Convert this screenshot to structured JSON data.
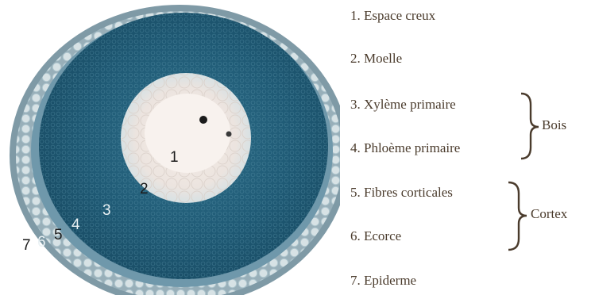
{
  "micrograph": {
    "numbers": [
      "1",
      "2",
      "3",
      "4",
      "5",
      "6",
      "7"
    ]
  },
  "legend": {
    "items": [
      "1. Espace creux",
      "2. Moelle",
      "3. Xylème primaire",
      "4. Phloème primaire",
      "5. Fibres corticales",
      "6. Ecorce",
      "7. Epiderme"
    ],
    "groups": [
      "Bois",
      "Cortex"
    ]
  },
  "colors": {
    "stain_blue": "#22586f",
    "pith_white": "#f6f1ec",
    "text_brown": "#4a3b2c"
  }
}
